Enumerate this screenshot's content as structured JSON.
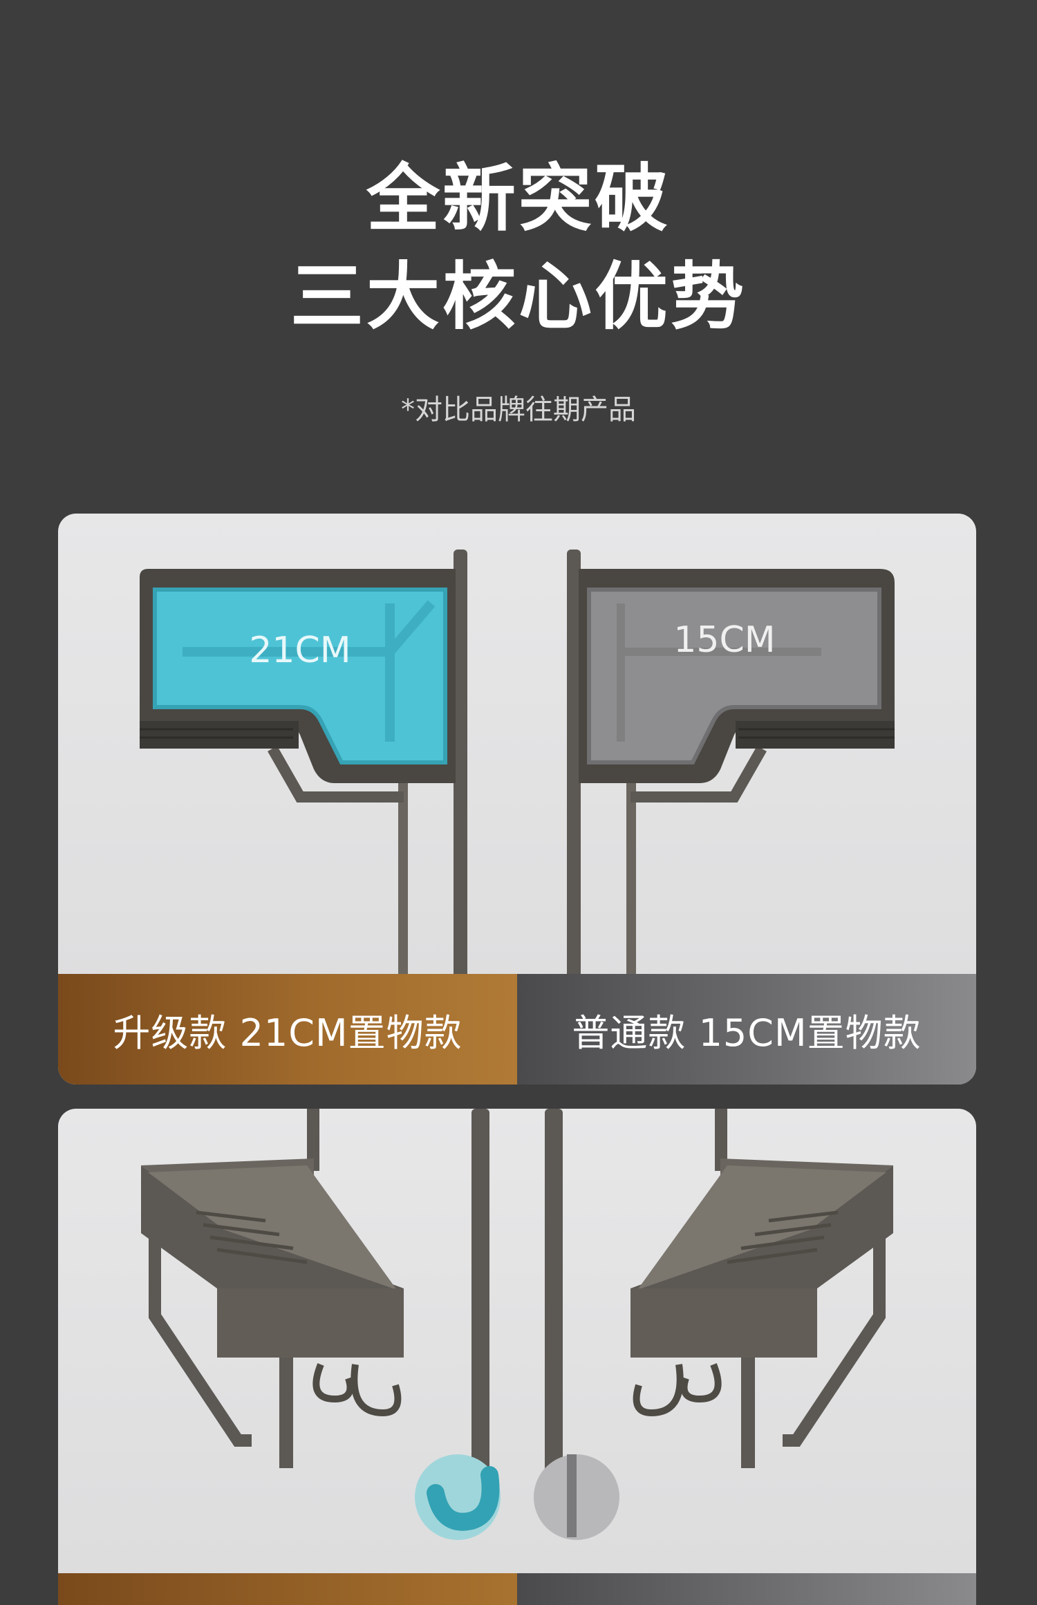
{
  "header": {
    "title_line1": "全新突破",
    "title_line2": "三大核心优势",
    "note": "*对比品牌往期产品"
  },
  "comparison": {
    "upgrade": {
      "dimension": "21CM",
      "label": "升级款 21CM置物款",
      "accent_color": "#4fc3d6"
    },
    "normal": {
      "dimension": "15CM",
      "label": "普通款 15CM置物款",
      "accent_color": "#8e8e90"
    }
  },
  "colors": {
    "background": "#3d3d3e",
    "card": "#e3e3e4",
    "upgrade_bar": "#a06a2c",
    "normal_bar": "#6e6e70",
    "rack_metal": "#5c5853"
  }
}
